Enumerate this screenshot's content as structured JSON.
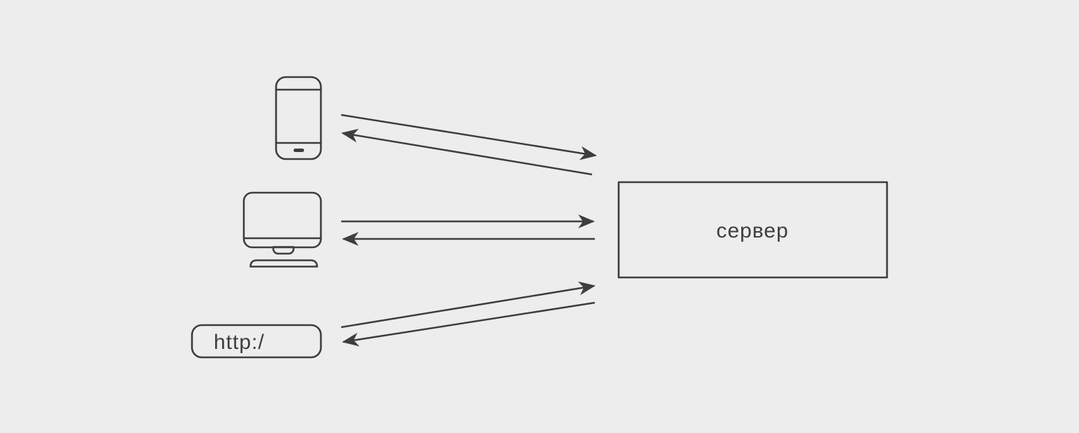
{
  "colors": {
    "background": "#ededed",
    "stroke": "#3e3e3e"
  },
  "nodes": {
    "smartphone": {
      "icon": "smartphone-icon"
    },
    "desktop": {
      "icon": "desktop-monitor-icon"
    },
    "url_bar": {
      "icon": "browser-url-bar-icon",
      "label": "http:/"
    },
    "server": {
      "label": "сервер"
    }
  },
  "arrows": [
    {
      "from": "smartphone",
      "to": "server",
      "direction": "request"
    },
    {
      "from": "server",
      "to": "smartphone",
      "direction": "response"
    },
    {
      "from": "desktop",
      "to": "server",
      "direction": "request"
    },
    {
      "from": "server",
      "to": "desktop",
      "direction": "response"
    },
    {
      "from": "url_bar",
      "to": "server",
      "direction": "request"
    },
    {
      "from": "server",
      "to": "url_bar",
      "direction": "response"
    }
  ]
}
